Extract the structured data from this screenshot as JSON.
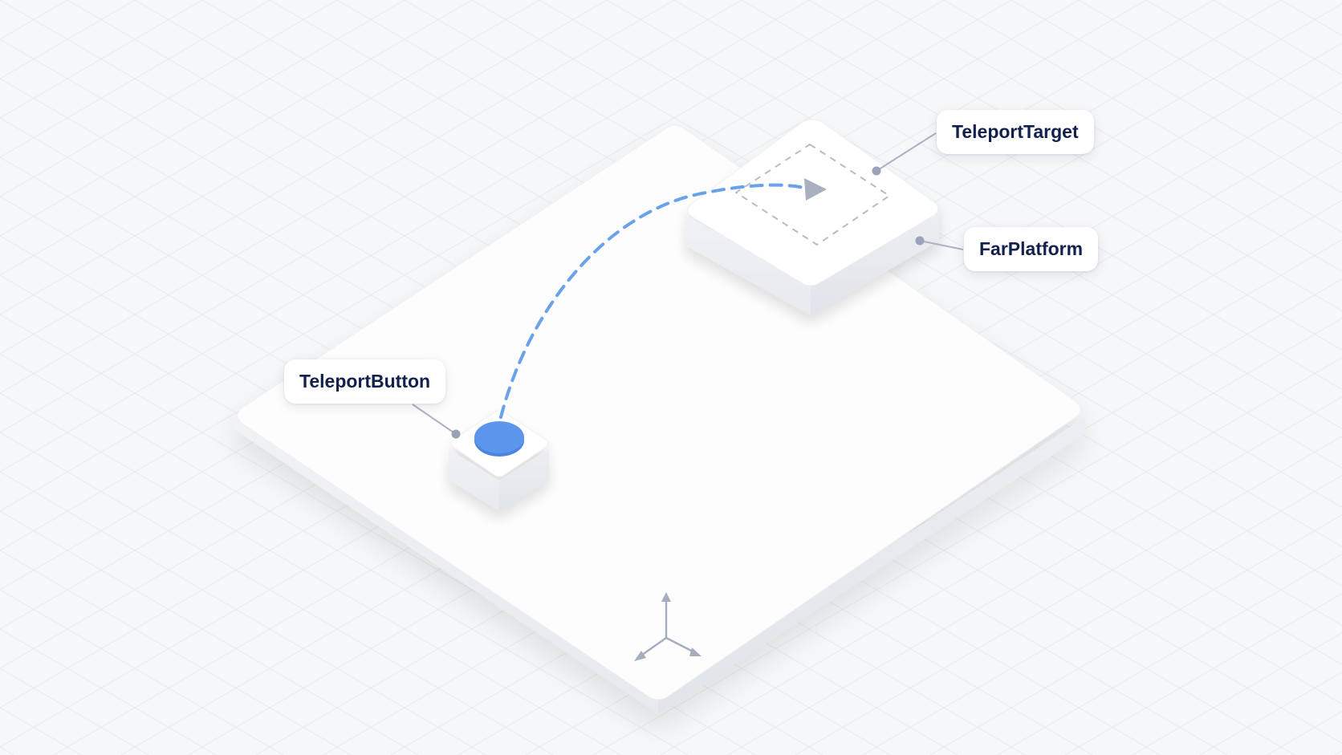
{
  "labels": {
    "teleport_target": "TeleportTarget",
    "far_platform": "FarPlatform",
    "teleport_button": "TeleportButton"
  },
  "colors": {
    "background": "#f6f7f9",
    "platform": "#ffffff",
    "button_accent": "#5b95ec",
    "teleport_path": "#6aa2ea",
    "label_text": "#12204d",
    "connector": "#aab2c3",
    "target_outline": "#b6bcc9",
    "axis_gizmo": "#a5adbe"
  },
  "icons": {
    "target_marker": "play-triangle-icon",
    "axis_gizmo": "xyz-axis-icon"
  }
}
